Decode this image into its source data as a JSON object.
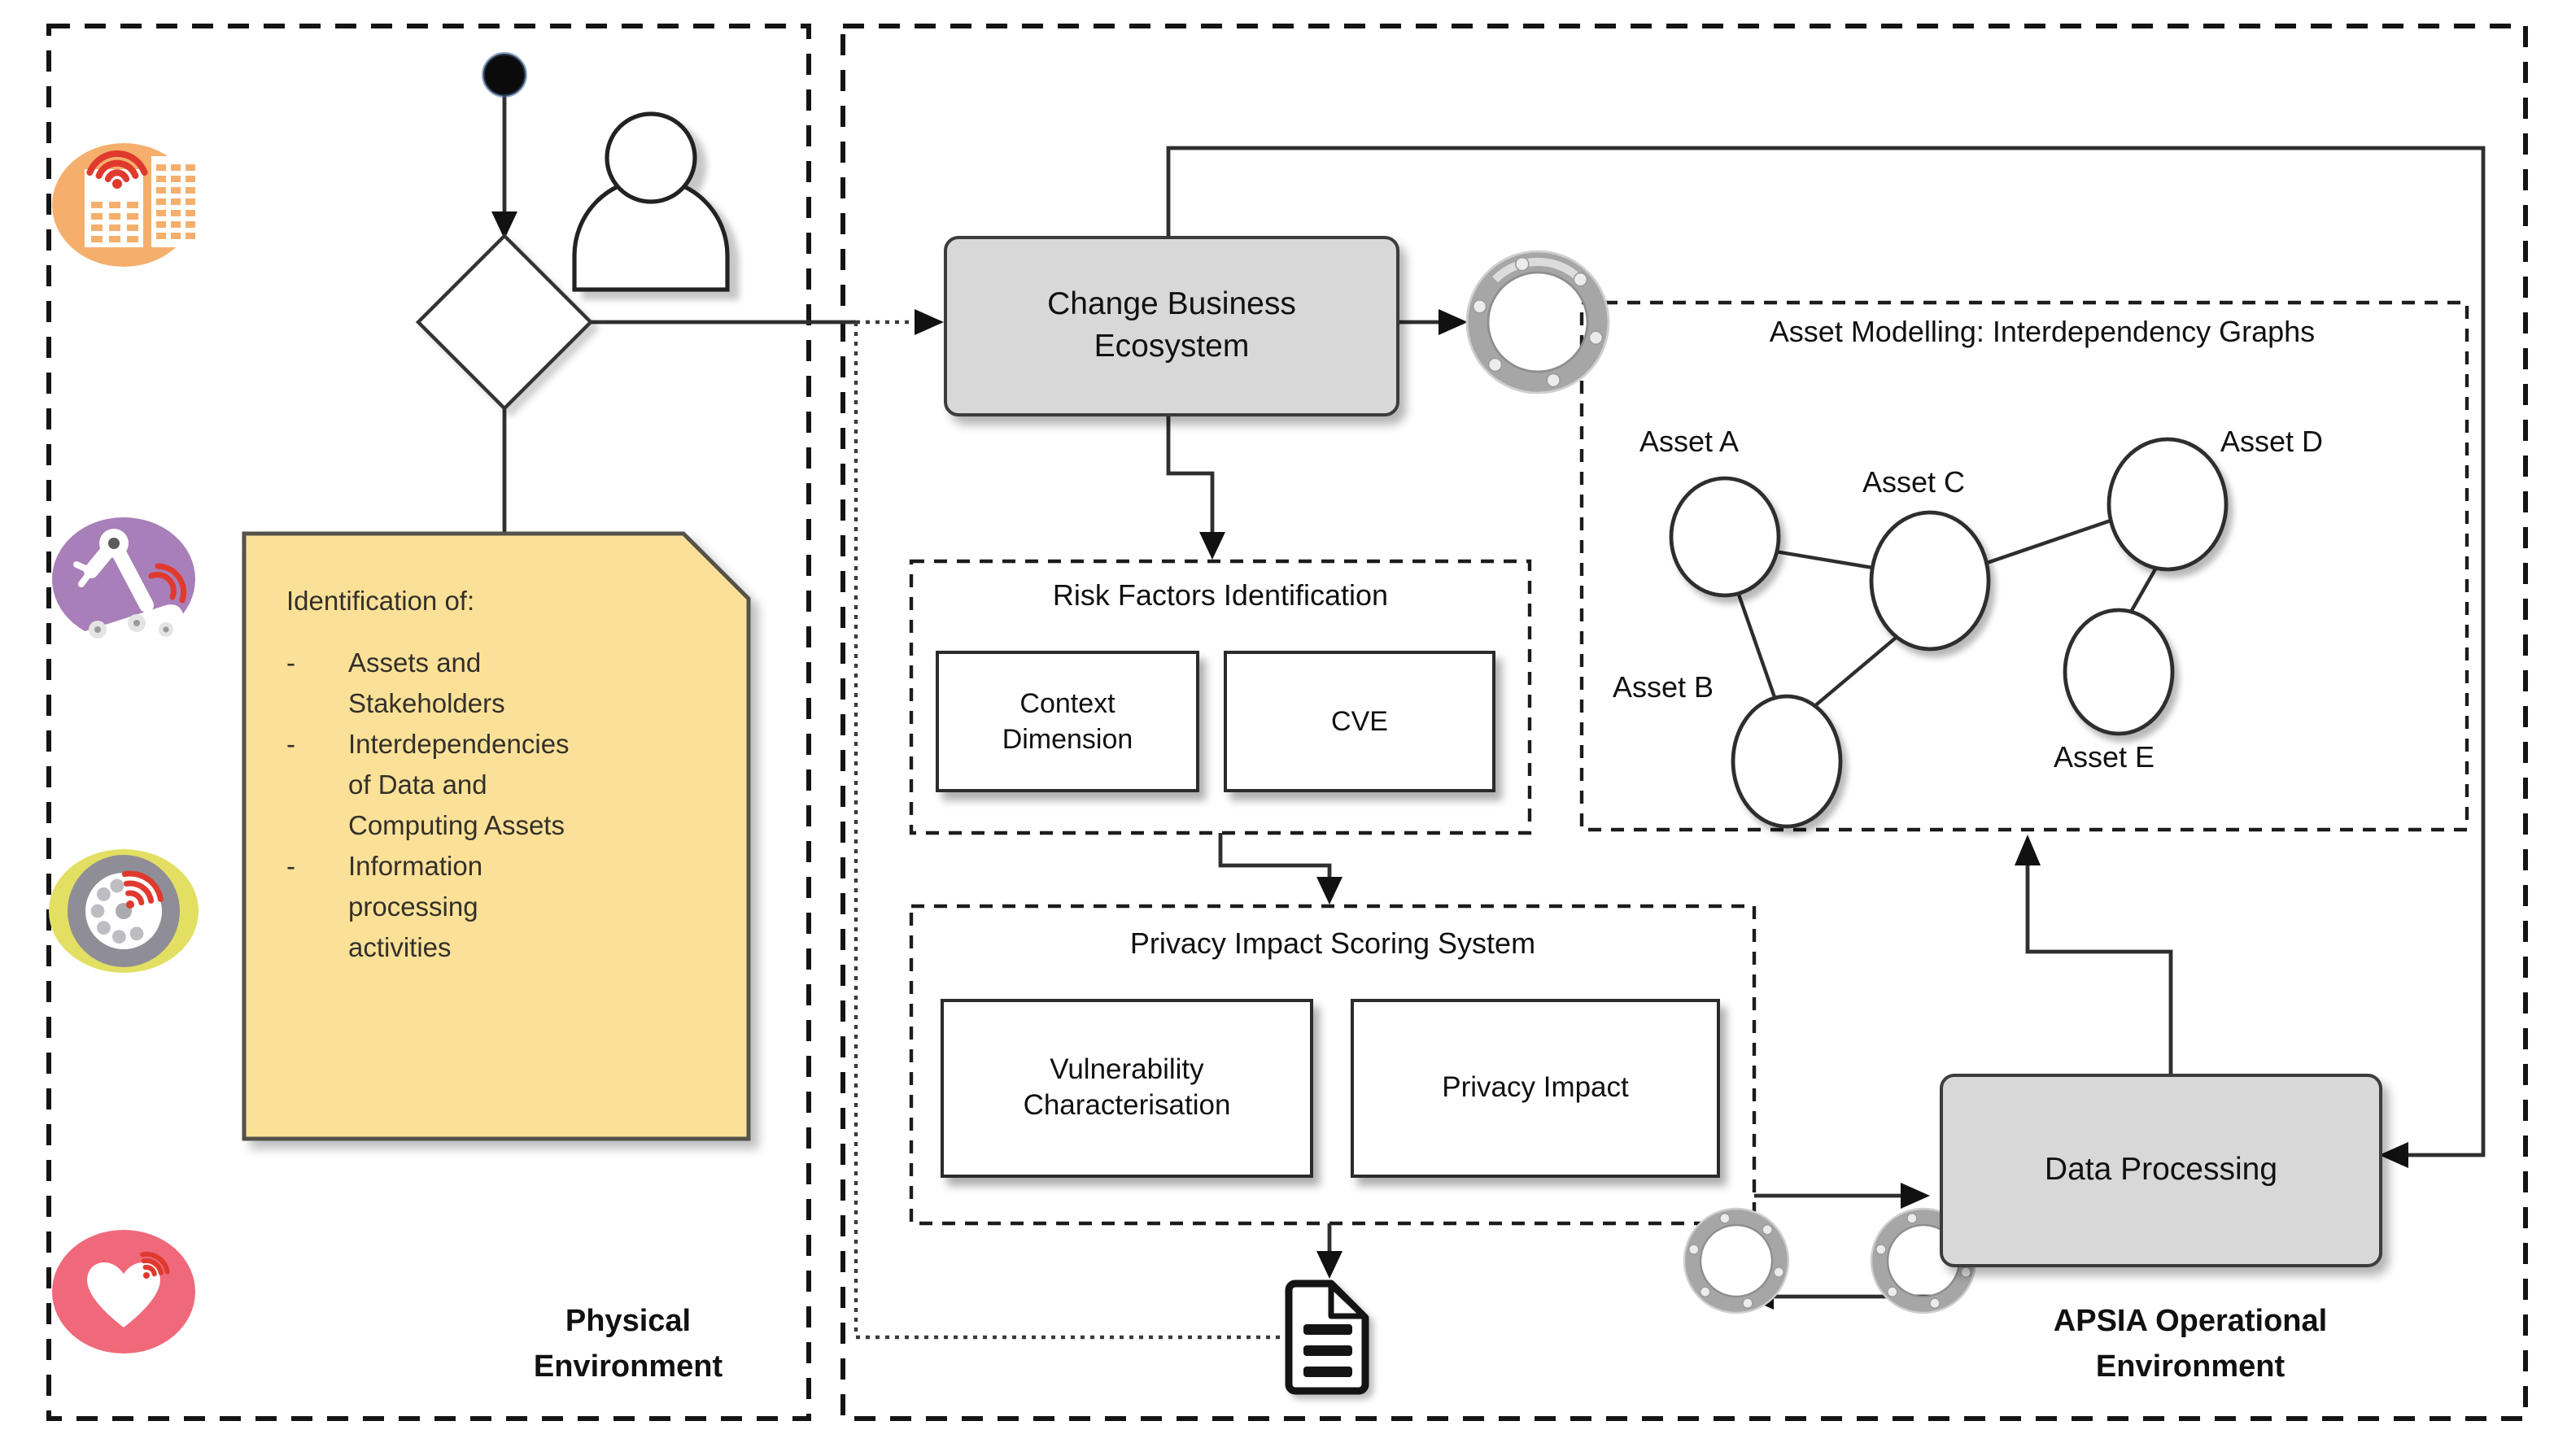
{
  "regions": {
    "physical": {
      "label": "Physical\nEnvironment"
    },
    "apsia": {
      "label": "APSIA Operational\nEnvironment"
    }
  },
  "note": {
    "heading": "Identification of:",
    "bullet": "-",
    "items": [
      "Assets and\nStakeholders",
      "Interdependencies\nof Data and\nComputing Assets",
      "Information\nprocessing\nactivities"
    ]
  },
  "boxes": {
    "change_business_ecosystem": "Change Business\nEcosystem",
    "data_processing": "Data Processing"
  },
  "asset_modelling": {
    "title": "Asset Modelling: Interdependency Graphs",
    "assets": [
      {
        "label": "Asset A"
      },
      {
        "label": "Asset B"
      },
      {
        "label": "Asset C"
      },
      {
        "label": "Asset D"
      },
      {
        "label": "Asset E"
      }
    ]
  },
  "risk_factors": {
    "title": "Risk Factors Identification",
    "context_dimension": "Context\nDimension",
    "cve": "CVE"
  },
  "scoring": {
    "title": "Privacy Impact Scoring System",
    "vulnerability_characterisation": "Vulnerability\nCharacterisation",
    "privacy_impact": "Privacy Impact"
  },
  "icons": {
    "left_column": [
      "smart-buildings-icon",
      "robotic-arm-icon",
      "smart-machine-icon",
      "connected-heart-icon"
    ],
    "flow": [
      "start-node",
      "actor-icon",
      "decision-diamond",
      "gear-ring-icon",
      "document-icon"
    ]
  },
  "colors": {
    "process_box_fill": "#d8d8d8",
    "note_fill": "#fbe198",
    "icon_orange": "#f5af6d",
    "icon_purple": "#a87fb8",
    "icon_yellow_green": "#e2df63",
    "icon_red_pink": "#f0697a",
    "signal_red": "#e0392e",
    "line_color": "#333333",
    "dashed_border": "#141414"
  }
}
